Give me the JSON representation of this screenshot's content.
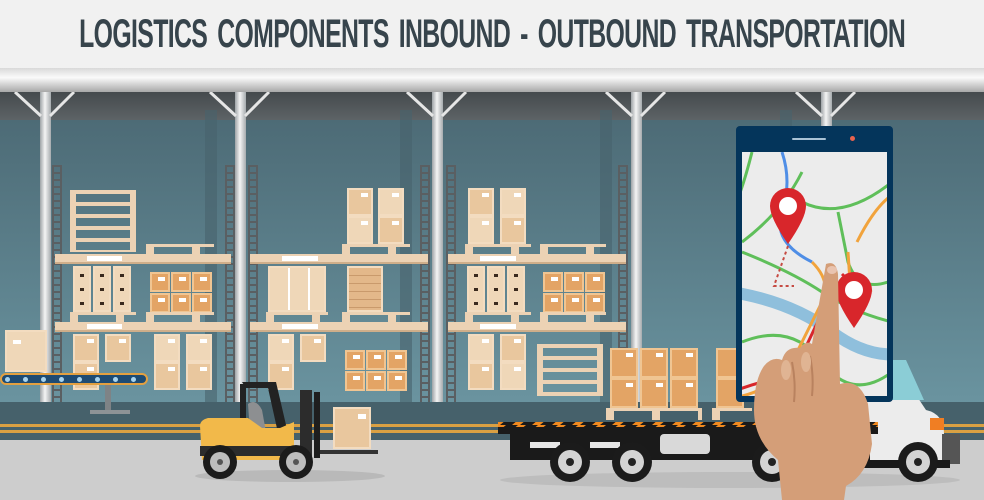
{
  "header": {
    "title": "LOGISTICS COMPONENTS    INBOUND - OUTBOUND TRANSPORTATION"
  },
  "scene": {
    "setting": "warehouse interior",
    "elements": [
      "ceiling-beam",
      "support-pillars",
      "storage-racks",
      "cardboard-boxes",
      "wooden-pallets",
      "conveyor-belt",
      "forklift",
      "flatbed-truck",
      "smartphone-map",
      "hand-pointing"
    ]
  },
  "phone": {
    "map_pins": 2,
    "route_colors": [
      "#5fbf5a",
      "#f1a33c",
      "#d8262b",
      "#4f8ee6",
      "#8fbfdc"
    ]
  },
  "colors": {
    "title": "#37444c",
    "wall": "#5b7f8a",
    "box": "#e9c79e",
    "box_dark": "#e3a465",
    "forklift": "#f2b94a",
    "truck_cab": "#ededed",
    "phone_frame": "#04355b",
    "pin": "#d8262b",
    "skin": "#d49e78"
  }
}
